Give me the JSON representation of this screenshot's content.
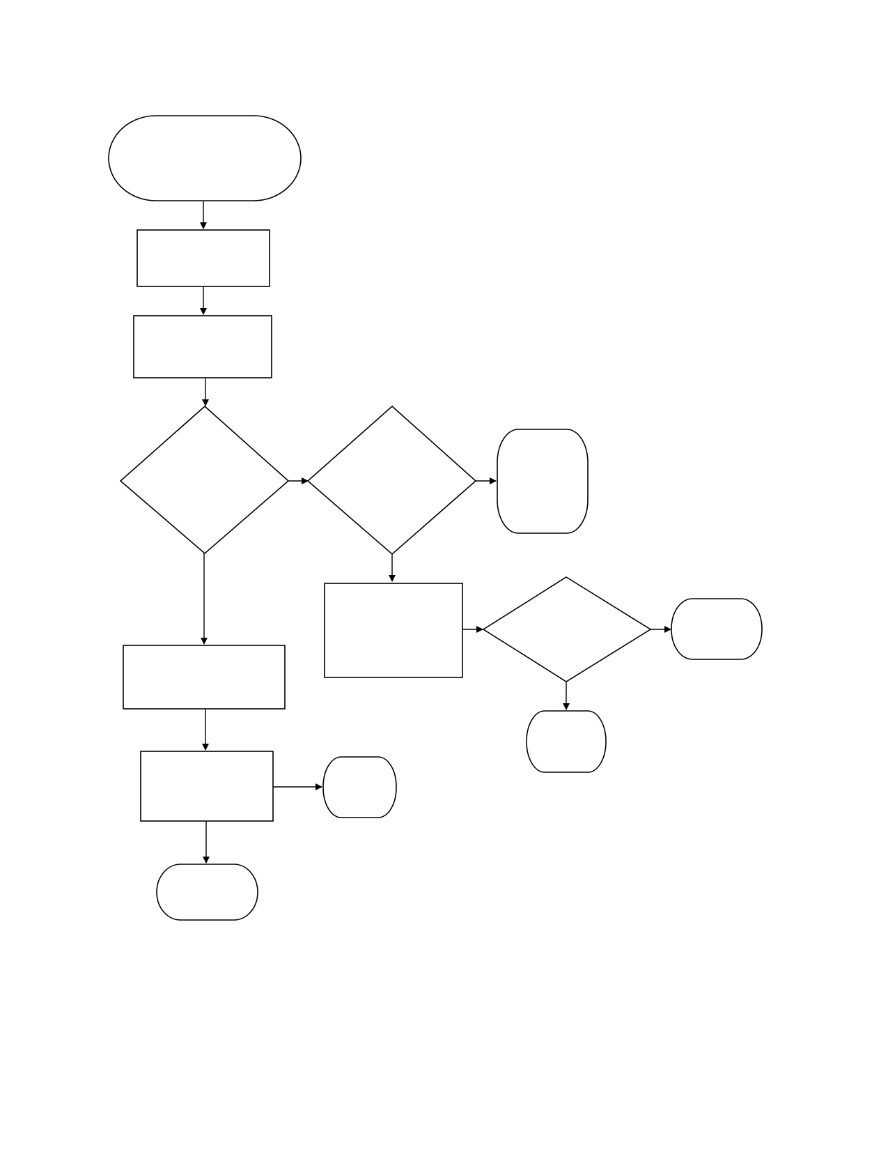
{
  "diagram": {
    "type": "flowchart",
    "stroke_color": "#000000",
    "fill_color": "#ffffff",
    "background_color": "#ffffff",
    "nodes": [
      {
        "id": "n1",
        "kind": "terminator",
        "label": ""
      },
      {
        "id": "n2",
        "kind": "process",
        "label": ""
      },
      {
        "id": "n3",
        "kind": "process",
        "label": ""
      },
      {
        "id": "n4",
        "kind": "decision",
        "label": ""
      },
      {
        "id": "n5",
        "kind": "decision",
        "label": ""
      },
      {
        "id": "n6",
        "kind": "terminator",
        "label": ""
      },
      {
        "id": "n7",
        "kind": "process",
        "label": ""
      },
      {
        "id": "n8",
        "kind": "decision",
        "label": ""
      },
      {
        "id": "n9",
        "kind": "terminator",
        "label": ""
      },
      {
        "id": "n10",
        "kind": "terminator",
        "label": ""
      },
      {
        "id": "n11",
        "kind": "process",
        "label": ""
      },
      {
        "id": "n12",
        "kind": "process",
        "label": ""
      },
      {
        "id": "n13",
        "kind": "terminator",
        "label": ""
      },
      {
        "id": "n14",
        "kind": "terminator",
        "label": ""
      }
    ],
    "edges": [
      {
        "from": "n1",
        "to": "n2"
      },
      {
        "from": "n2",
        "to": "n3"
      },
      {
        "from": "n3",
        "to": "n4"
      },
      {
        "from": "n4",
        "to": "n5"
      },
      {
        "from": "n5",
        "to": "n6"
      },
      {
        "from": "n5",
        "to": "n7"
      },
      {
        "from": "n7",
        "to": "n8"
      },
      {
        "from": "n8",
        "to": "n9"
      },
      {
        "from": "n8",
        "to": "n10"
      },
      {
        "from": "n4",
        "to": "n11"
      },
      {
        "from": "n11",
        "to": "n12"
      },
      {
        "from": "n12",
        "to": "n13"
      },
      {
        "from": "n12",
        "to": "n14"
      }
    ]
  }
}
